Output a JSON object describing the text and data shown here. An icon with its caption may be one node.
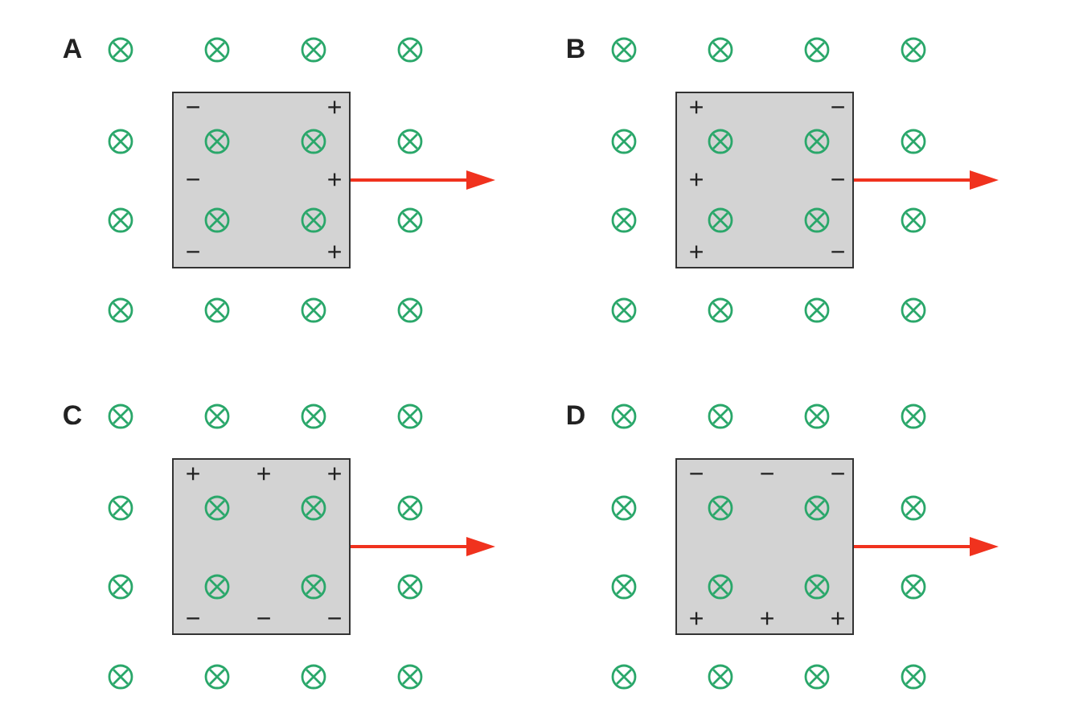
{
  "diagram": {
    "nodes": [
      {
        "text": [
          "−",
          "+",
          "−",
          "+",
          "−",
          "+"
        ]
      },
      {
        "text": [
          "+",
          "−",
          "+",
          "−",
          "+",
          "−"
        ]
      },
      {
        "text": [
          "+",
          "+",
          "+",
          "−",
          "−",
          "−"
        ]
      },
      {
        "text": [
          "−",
          "−",
          "−",
          "+",
          "+",
          "+"
        ]
      }
    ],
    "labels": [
      "A",
      "B",
      "C",
      "D"
    ]
  }
}
